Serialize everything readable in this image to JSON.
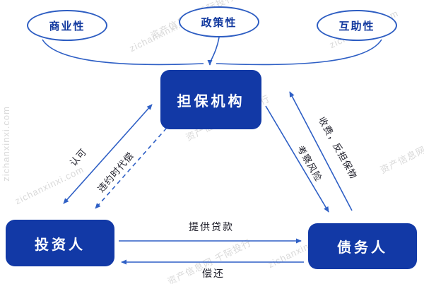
{
  "watermark": {
    "brand": "资产信息网 千际投行",
    "domain": "zichanxinxi.com"
  },
  "colors": {
    "node_fill": "#1239a6",
    "node_text": "#ffffff",
    "ellipse_border": "#2d5dc2",
    "ellipse_text": "#11389e",
    "arrow": "#2e5fc5",
    "edge_label": "#1d1d28",
    "watermark": "#d9d9d9"
  },
  "guarantee_types": [
    {
      "label": "商业性"
    },
    {
      "label": "政策性"
    },
    {
      "label": "互助性"
    }
  ],
  "nodes": {
    "guarantee_org": {
      "label": "担保机构"
    },
    "investor": {
      "label": "投资人"
    },
    "debtor": {
      "label": "债务人"
    }
  },
  "edges": {
    "recognition": {
      "label": "认可"
    },
    "default_compensation": {
      "label": "违约时代偿"
    },
    "fees_counter_guarantee": {
      "label": "收费，反担保物"
    },
    "risk_inspection": {
      "label": "考察风险"
    },
    "provide_loan": {
      "label": "提供贷款"
    },
    "repayment": {
      "label": "偿还"
    }
  }
}
